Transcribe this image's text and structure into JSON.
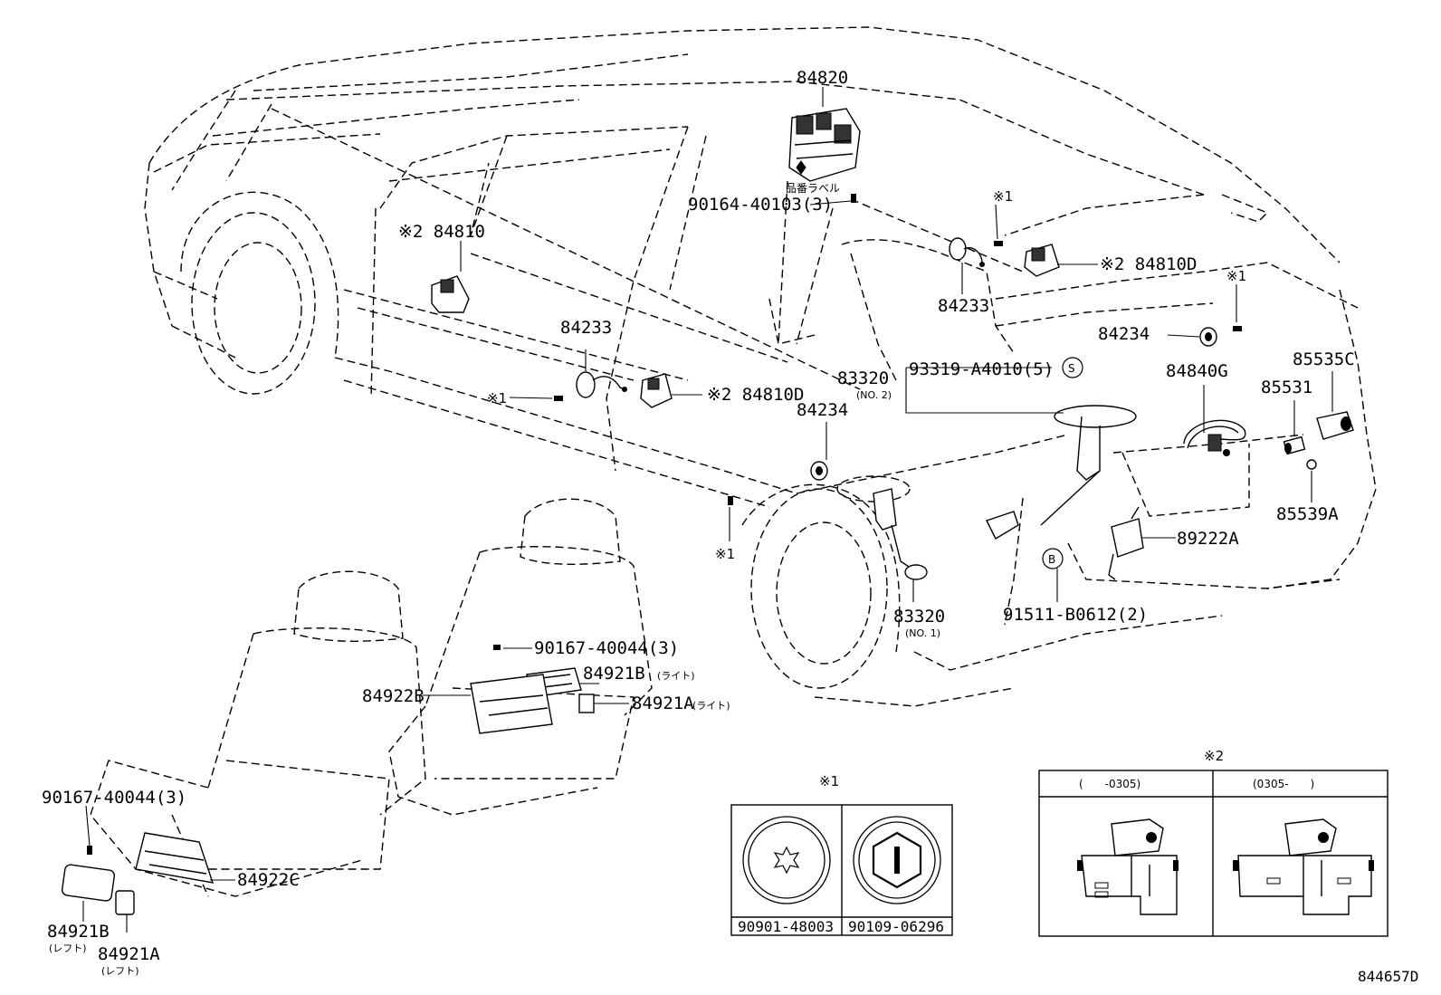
{
  "figure_ref": "844657D",
  "labels": {
    "p84820": "84820",
    "hinban_label": "品番ラベル",
    "p90164": "90164-40103(3)",
    "p84810": "※2 84810",
    "mark1_a": "※1",
    "p84810D_right": "※2 84810D",
    "p84233_right": "84233",
    "mark1_b": "※1",
    "p84234_right": "84234",
    "p84233_left": "84233",
    "mark1_c": "※1",
    "p84810D_left": "※2 84810D",
    "p84234_left": "84234",
    "p83320_no2": "83320",
    "no2": "(NO. 2)",
    "p93319": "93319-A4010(5)",
    "circle_s": "S",
    "p84840G": "84840G",
    "p85535C": "85535C",
    "p85531": "85531",
    "p85539A": "85539A",
    "p89222A": "89222A",
    "circle_b": "B",
    "p91511": "91511-B0612(2)",
    "p83320_no1": "83320",
    "no1": "(NO. 1)",
    "mark1_d": "※1",
    "p90167_a": "90167-40044(3)",
    "p84921B_light": "84921B",
    "light_b": "(ライト)",
    "p84922B": "84922B",
    "p84921A_light": "84921A",
    "light_a": "(ライト)",
    "p90167_b": "90167-40044(3)",
    "p84922C": "84922C",
    "p84921B_left": "84921B",
    "left_b": "(レフト)",
    "p84921A_left": "84921A",
    "left_a": "(レフト)"
  },
  "inset1": {
    "title": "※1",
    "left_part": "90901-48003",
    "right_part": "90109-06296"
  },
  "inset2": {
    "title": "※2",
    "left_range": "(　　-0305)",
    "right_range": "(0305-　　)"
  }
}
